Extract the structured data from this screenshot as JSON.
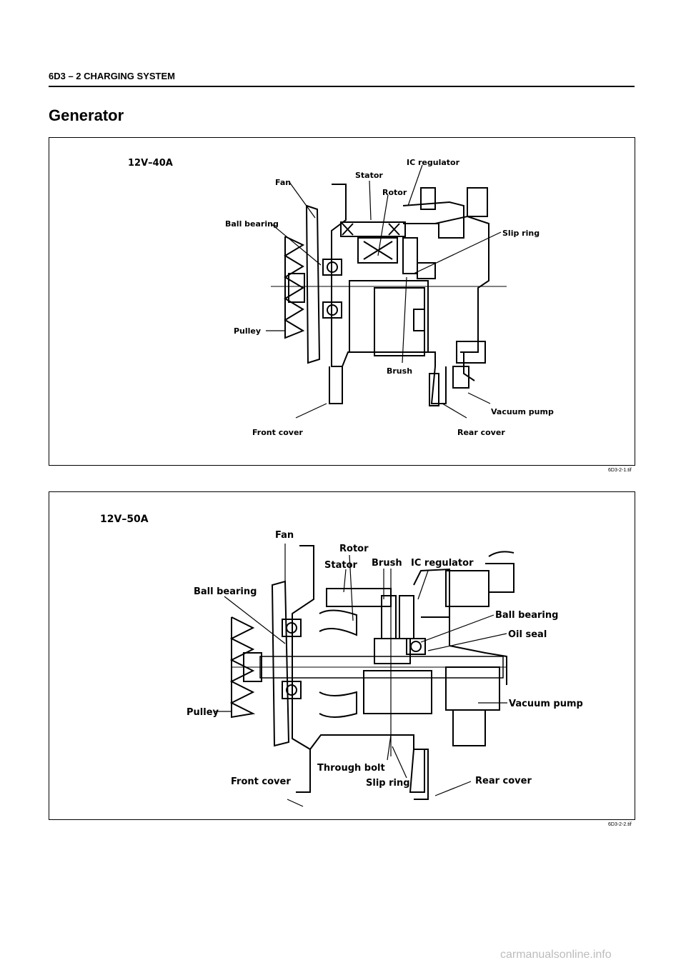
{
  "header": {
    "title": "6D3 – 2  CHARGING SYSTEM"
  },
  "section": {
    "title": "Generator"
  },
  "figure1": {
    "model": "12V–40A",
    "labels": {
      "ic_regulator": "IC regulator",
      "stator": "Stator",
      "fan": "Fan",
      "rotor": "Rotor",
      "ball_bearing": "Ball bearing",
      "slip_ring": "Slip ring",
      "pulley": "Pulley",
      "brush": "Brush",
      "vacuum_pump": "Vacuum pump",
      "front_cover": "Front cover",
      "rear_cover": "Rear cover"
    },
    "ref": "6D3-2-1.tif"
  },
  "figure2": {
    "model": "12V–50A",
    "labels": {
      "fan": "Fan",
      "rotor": "Rotor",
      "stator": "Stator",
      "brush": "Brush",
      "ic_regulator": "IC regulator",
      "ball_bearing_left": "Ball bearing",
      "ball_bearing_right": "Ball bearing",
      "oil_seal": "Oil seal",
      "pulley": "Pulley",
      "vacuum_pump": "Vacuum pump",
      "through_bolt": "Through bolt",
      "front_cover": "Front cover",
      "slip_ring": "Slip ring",
      "rear_cover": "Rear cover"
    },
    "ref": "6D3-2-2.tif"
  },
  "footer": {
    "watermark": "carmanualsonline.info"
  }
}
